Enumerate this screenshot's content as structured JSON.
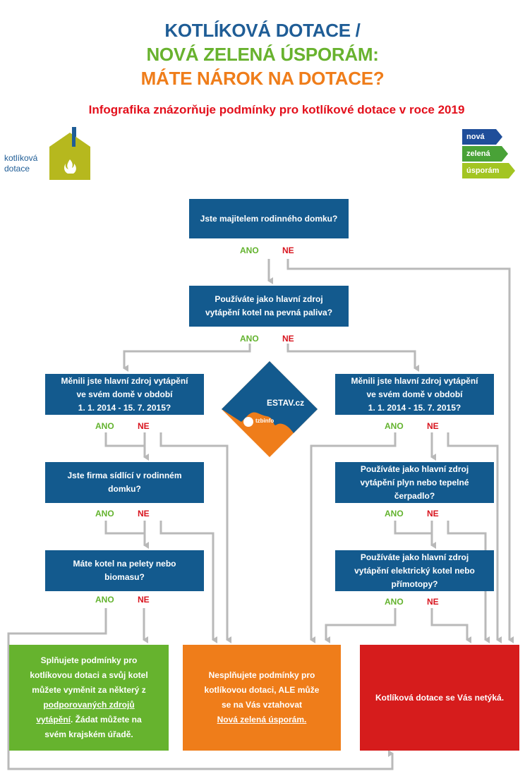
{
  "header": {
    "line1": "KOTLÍKOVÁ DOTACE /",
    "line2": "NOVÁ ZELENÁ ÚSPORÁM:",
    "line3": "MÁTE NÁROK NA DOTACE?",
    "subtitle": "Infografika znázorňuje podmínky pro kotlíkové dotace v roce 2019"
  },
  "logo_kotlikova": {
    "line1": "kotlíková",
    "line2": "dotace"
  },
  "logo_nzu": {
    "nova": "nová",
    "zelena": "zelená",
    "usporam": "úsporám"
  },
  "logo_estav": {
    "estav": "ESTAV.cz",
    "tzb": "tzbinfo"
  },
  "labels": {
    "yes": "ANO",
    "no": "NE"
  },
  "questions": {
    "q1": "Jste majitelem rodinného domku?",
    "q2a": "Používáte jako hlavní zdroj",
    "q2b": "vytápění kotel na pevná paliva?",
    "q3a": "Měnili jste hlavní zdroj vytápění",
    "q3b": "ve svém domě v období",
    "q3c": "1. 1. 2014 - 15. 7. 2015?",
    "q4a": "Jste firma sídlící v rodinném",
    "q4b": "domku?",
    "q5a": "Máte kotel na pelety nebo",
    "q5b": "biomasu?",
    "q6a": "Používáte jako hlavní zdroj",
    "q6b": "vytápění plyn nebo tepelné",
    "q6c": "čerpadlo?",
    "q7a": "Používáte jako hlavní zdroj",
    "q7b": "vytápění elektrický kotel nebo",
    "q7c": "přímotopy?"
  },
  "results": {
    "green": {
      "l1": "Splňujete podmínky pro",
      "l2": "kotlíkovou dotaci a svůj kotel",
      "l3": "můžete vyměnit za některý z",
      "link": "podporovaných zdrojů",
      "link2": "vytápění",
      "l5": ". Žádat můžete na",
      "l6": "svém krajském úřadě."
    },
    "orange": {
      "l1": "Nesplňujete podmínky pro",
      "l2": "kotlíkovou dotaci, ALE může",
      "l3": "se na Vás vztahovat",
      "link": "Nová zelená úsporám."
    },
    "red": {
      "text": "Kotlíková dotace se Vás netýká."
    }
  },
  "colors": {
    "question_blue": "#135a8e",
    "green": "#66b32e",
    "orange": "#ef7d1a",
    "red": "#d61c1c",
    "line_gray": "#b9b9b9"
  }
}
